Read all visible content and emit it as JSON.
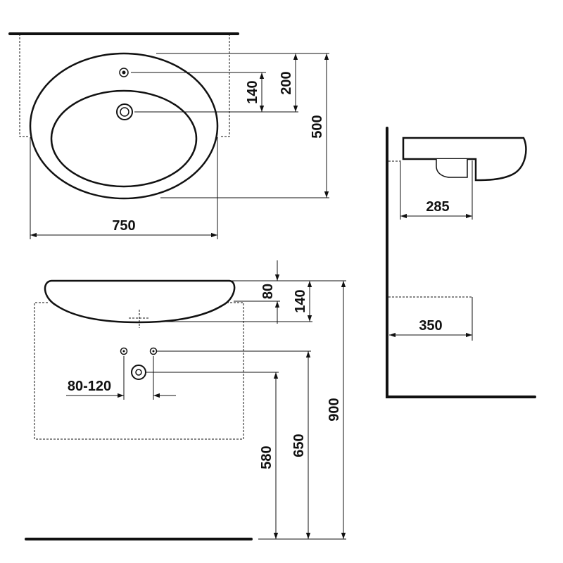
{
  "dimensions": {
    "top_hole_140": "140",
    "top_hole_200": "200",
    "top_depth_500": "500",
    "top_width_750": "750",
    "side_285": "285",
    "side_350": "350",
    "front_80": "80",
    "front_140": "140",
    "front_80_120": "80-120",
    "front_580": "580",
    "front_650": "650",
    "front_900": "900"
  },
  "colors": {
    "line": "#111111",
    "background": "#ffffff"
  }
}
